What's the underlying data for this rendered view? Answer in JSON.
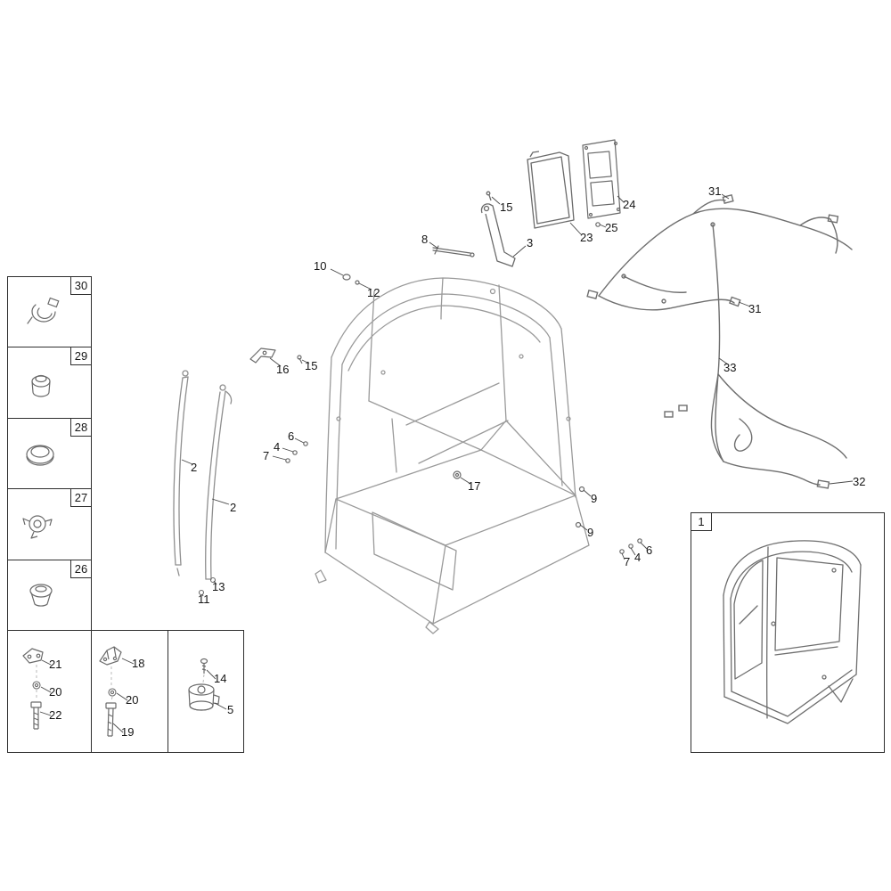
{
  "page": {
    "background": "#ffffff",
    "cab_line_color": "#9a9a9a",
    "part_line_color": "#6a6a6a",
    "harness_line_color": "#6f6f6f",
    "panel_border_color": "#2e2e2e",
    "text_color": "#161616"
  },
  "left_panel": {
    "cells": [
      {
        "label": "30",
        "part": "clamp-bracket"
      },
      {
        "label": "29",
        "part": "round-plug"
      },
      {
        "label": "28",
        "part": "cap"
      },
      {
        "label": "27",
        "part": "fitting"
      },
      {
        "label": "26",
        "part": "grommet"
      }
    ]
  },
  "inset": {
    "label": "1",
    "part": "cab-assembly"
  },
  "callouts": [
    {
      "label": "10"
    },
    {
      "label": "12"
    },
    {
      "label": "8"
    },
    {
      "label": "15"
    },
    {
      "label": "3"
    },
    {
      "label": "23"
    },
    {
      "label": "25"
    },
    {
      "label": "24"
    },
    {
      "label": "31"
    },
    {
      "label": "31"
    },
    {
      "label": "33"
    },
    {
      "label": "32"
    },
    {
      "label": "16"
    },
    {
      "label": "15"
    },
    {
      "label": "6"
    },
    {
      "label": "4"
    },
    {
      "label": "7"
    },
    {
      "label": "2"
    },
    {
      "label": "2"
    },
    {
      "label": "13"
    },
    {
      "label": "11"
    },
    {
      "label": "17"
    },
    {
      "label": "9"
    },
    {
      "label": "9"
    },
    {
      "label": "7"
    },
    {
      "label": "4"
    },
    {
      "label": "6"
    },
    {
      "label": "21"
    },
    {
      "label": "20"
    },
    {
      "label": "22"
    },
    {
      "label": "18"
    },
    {
      "label": "20"
    },
    {
      "label": "19"
    },
    {
      "label": "14"
    },
    {
      "label": "5"
    }
  ]
}
